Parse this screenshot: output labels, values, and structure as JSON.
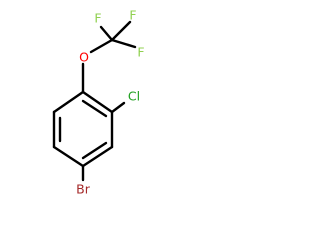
{
  "molecule": {
    "atoms": [
      {
        "id": "br",
        "label": "Br",
        "color": "#a52a2a"
      },
      {
        "id": "cl",
        "label": "Cl",
        "color": "#1fa01f"
      },
      {
        "id": "o",
        "label": "O",
        "color": "#ff0000"
      },
      {
        "id": "f1",
        "label": "F",
        "color": "#90d050"
      },
      {
        "id": "f2",
        "label": "F",
        "color": "#90d050"
      },
      {
        "id": "f3",
        "label": "F",
        "color": "#90d050"
      }
    ],
    "bond_color": "#000000",
    "background": "#ffffff"
  }
}
